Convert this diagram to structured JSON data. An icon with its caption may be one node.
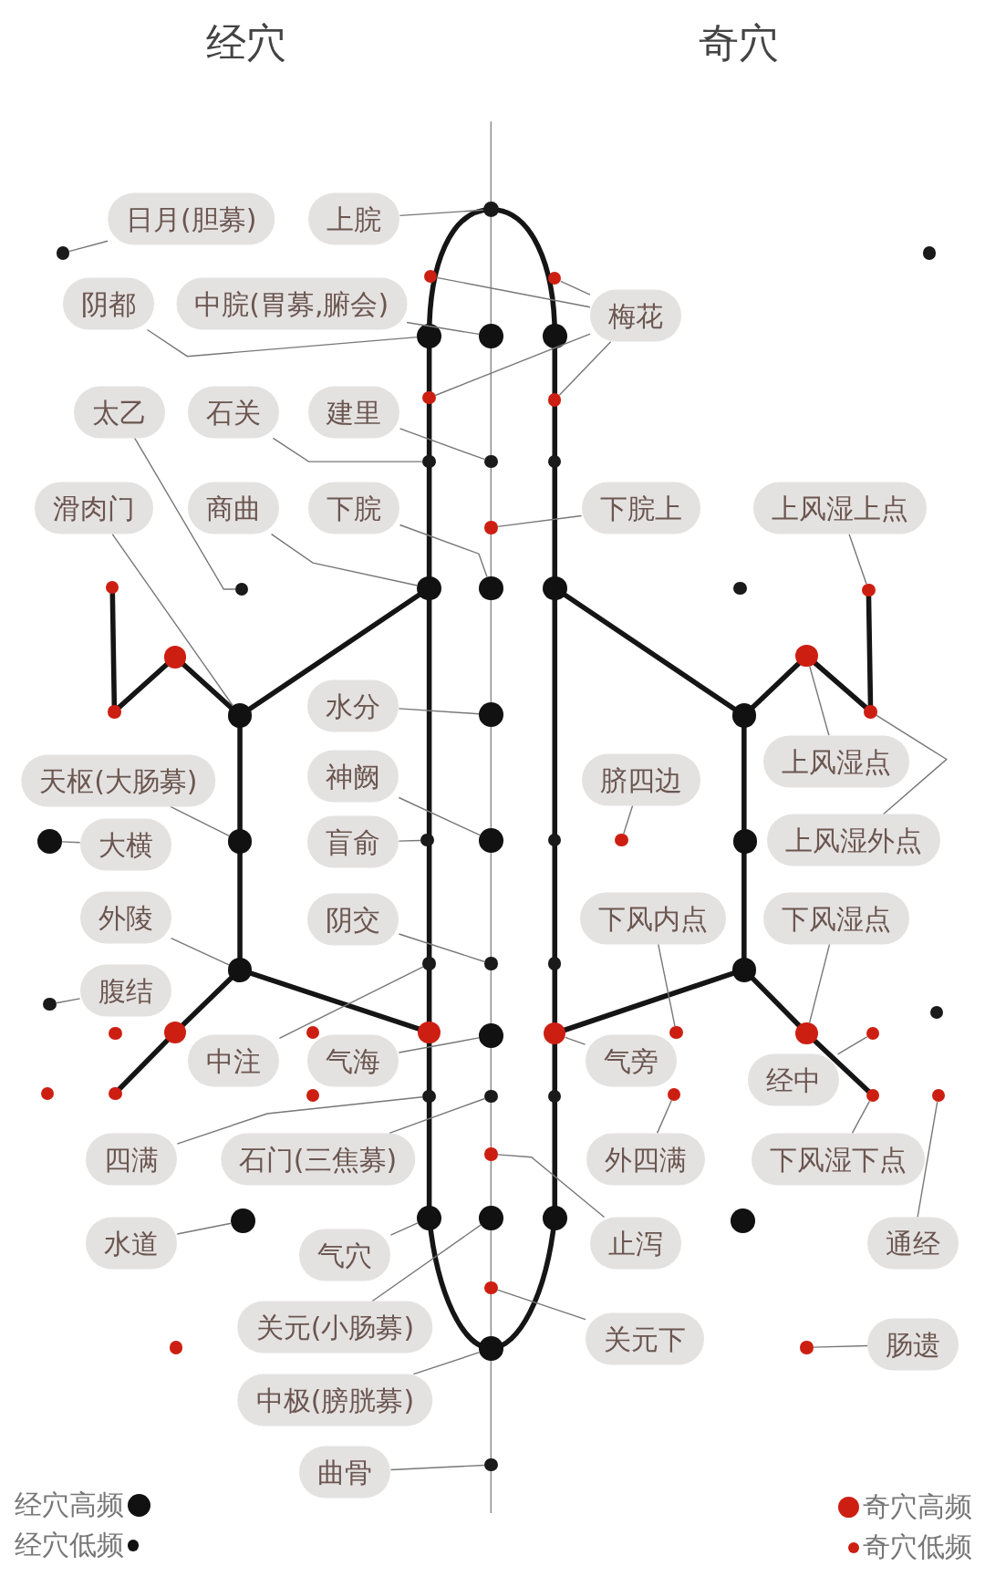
{
  "diagram": {
    "nodes": [
      {
        "text": [
          "日月(胆募)"
        ]
      },
      {
        "text": [
          "上脘"
        ]
      },
      {
        "text": [
          "阴都"
        ]
      },
      {
        "text": [
          "中脘(胃募,腑会)"
        ]
      },
      {
        "text": [
          "梅花"
        ]
      },
      {
        "text": [
          "太乙"
        ]
      },
      {
        "text": [
          "石关"
        ]
      },
      {
        "text": [
          "建里"
        ]
      },
      {
        "text": [
          "滑肉门"
        ]
      },
      {
        "text": [
          "商曲"
        ]
      },
      {
        "text": [
          "下脘"
        ]
      },
      {
        "text": [
          "下脘上"
        ]
      },
      {
        "text": [
          "上风湿上点"
        ]
      },
      {
        "text": [
          "水分"
        ]
      },
      {
        "text": [
          "上风湿点"
        ]
      },
      {
        "text": [
          "神阙"
        ]
      },
      {
        "text": [
          "脐四边"
        ]
      },
      {
        "text": [
          "天枢(大肠募)"
        ]
      },
      {
        "text": [
          "大横"
        ]
      },
      {
        "text": [
          "盲俞"
        ]
      },
      {
        "text": [
          "上风湿外点"
        ]
      },
      {
        "text": [
          "外陵"
        ]
      },
      {
        "text": [
          "阴交"
        ]
      },
      {
        "text": [
          "下风内点"
        ]
      },
      {
        "text": [
          "下风湿点"
        ]
      },
      {
        "text": [
          "腹结"
        ]
      },
      {
        "text": [
          "中注"
        ]
      },
      {
        "text": [
          "气海"
        ]
      },
      {
        "text": [
          "气旁"
        ]
      },
      {
        "text": [
          "经中"
        ]
      },
      {
        "text": [
          "四满"
        ]
      },
      {
        "text": [
          "石门(三焦募)"
        ]
      },
      {
        "text": [
          "外四满"
        ]
      },
      {
        "text": [
          "下风湿下点"
        ]
      },
      {
        "text": [
          "水道"
        ]
      },
      {
        "text": [
          "止泻"
        ]
      },
      {
        "text": [
          "通经"
        ]
      },
      {
        "text": [
          "气穴"
        ]
      },
      {
        "text": [
          "关元(小肠募)"
        ]
      },
      {
        "text": [
          "关元下"
        ]
      },
      {
        "text": [
          "肠遗"
        ]
      },
      {
        "text": [
          "中极(膀胱募)"
        ]
      },
      {
        "text": [
          "曲骨"
        ]
      },
      {
        "text": [],
        "shape": "circle"
      },
      {
        "text": [],
        "shape": "circle"
      },
      {
        "text": [],
        "shape": "circle"
      },
      {
        "text": [],
        "shape": "circle"
      },
      {
        "text": [],
        "shape": "circle"
      },
      {
        "text": [],
        "shape": "circle"
      },
      {
        "text": [],
        "shape": "circle"
      },
      {
        "text": [],
        "shape": "circle"
      },
      {
        "text": [],
        "shape": "circle"
      },
      {
        "text": [],
        "shape": "circle"
      },
      {
        "text": [],
        "shape": "circle"
      },
      {
        "text": [],
        "shape": "circle"
      },
      {
        "text": [],
        "shape": "circle"
      },
      {
        "text": [],
        "shape": "circle"
      },
      {
        "text": [],
        "shape": "circle"
      },
      {
        "text": [],
        "shape": "circle"
      },
      {
        "text": [],
        "shape": "circle"
      },
      {
        "text": [],
        "shape": "circle"
      },
      {
        "text": [],
        "shape": "circle"
      },
      {
        "text": [],
        "shape": "circle"
      },
      {
        "text": [],
        "shape": "circle"
      },
      {
        "text": [],
        "shape": "circle"
      },
      {
        "text": [],
        "shape": "circle"
      },
      {
        "text": [],
        "shape": "circle"
      },
      {
        "text": [],
        "shape": "circle"
      },
      {
        "text": [],
        "shape": "circle"
      },
      {
        "text": [],
        "shape": "circle"
      },
      {
        "text": [],
        "shape": "circle"
      },
      {
        "text": [],
        "shape": "circle"
      },
      {
        "text": [],
        "shape": "circle"
      },
      {
        "text": [],
        "shape": "circle"
      },
      {
        "text": [],
        "shape": "circle"
      },
      {
        "text": [],
        "shape": "circle"
      },
      {
        "text": [],
        "shape": "circle"
      },
      {
        "text": [],
        "shape": "circle"
      },
      {
        "text": [],
        "shape": "circle"
      },
      {
        "text": [],
        "shape": "circle"
      },
      {
        "text": [],
        "shape": "circle"
      },
      {
        "text": [],
        "shape": "circle"
      },
      {
        "text": [],
        "shape": "circle"
      },
      {
        "text": [],
        "shape": "circle"
      },
      {
        "text": [],
        "shape": "circle"
      },
      {
        "text": [],
        "shape": "circle"
      },
      {
        "text": [],
        "shape": "circle"
      },
      {
        "text": [],
        "shape": "circle"
      },
      {
        "text": [],
        "shape": "circle"
      },
      {
        "text": [],
        "shape": "circle"
      },
      {
        "text": [],
        "shape": "circle"
      },
      {
        "text": [],
        "shape": "circle"
      },
      {
        "text": [],
        "shape": "circle"
      },
      {
        "text": [],
        "shape": "circle"
      },
      {
        "text": [],
        "shape": "circle"
      },
      {
        "text": [],
        "shape": "circle"
      },
      {
        "text": [],
        "shape": "circle"
      },
      {
        "text": [],
        "shape": "circle"
      },
      {
        "text": [],
        "shape": "circle"
      },
      {
        "text": [],
        "shape": "circle"
      },
      {
        "text": [],
        "shape": "circle"
      },
      {
        "text": [],
        "shape": "circle"
      },
      {
        "text": [],
        "shape": "circle"
      },
      {
        "text": [],
        "shape": "circle"
      },
      {
        "text": [],
        "shape": "circle"
      },
      {
        "text": [],
        "shape": "circle"
      },
      {
        "text": [],
        "shape": "circle"
      },
      {
        "text": [],
        "shape": "circle"
      },
      {
        "text": [],
        "shape": "circle"
      },
      {
        "text": [],
        "shape": "circle"
      },
      {
        "text": [],
        "shape": "circle"
      },
      {
        "text": [],
        "shape": "circle"
      },
      {
        "text": [],
        "shape": "circle"
      },
      {
        "text": [],
        "shape": "circle"
      }
    ],
    "edges": [
      {
        "from": 0,
        "to": 44,
        "arrow": "none"
      },
      {
        "from": 1,
        "to": 43,
        "arrow": "none"
      },
      {
        "from": 2,
        "to": 48,
        "arrow": "none"
      },
      {
        "from": 3,
        "to": 49,
        "arrow": "none"
      },
      {
        "from": 4,
        "to": 46,
        "arrow": "none"
      },
      {
        "from": 4,
        "to": 51,
        "arrow": "none"
      },
      {
        "from": 4,
        "to": 47,
        "arrow": "none"
      },
      {
        "from": 4,
        "to": 52,
        "arrow": "none"
      },
      {
        "from": 5,
        "to": 58,
        "arrow": "none"
      },
      {
        "from": 6,
        "to": 53,
        "arrow": "none"
      },
      {
        "from": 7,
        "to": 54,
        "arrow": "none"
      },
      {
        "from": 8,
        "to": 67,
        "arrow": "none"
      },
      {
        "from": 9,
        "to": 59,
        "arrow": "none"
      },
      {
        "from": 10,
        "to": 60,
        "arrow": "none"
      },
      {
        "from": 11,
        "to": 56,
        "arrow": "none"
      },
      {
        "from": 12,
        "to": 63,
        "arrow": "none"
      },
      {
        "from": 13,
        "to": 68,
        "arrow": "none"
      },
      {
        "from": 14,
        "to": 65,
        "arrow": "none"
      },
      {
        "from": 15,
        "to": 74,
        "arrow": "none"
      },
      {
        "from": 16,
        "to": 76,
        "arrow": "none"
      },
      {
        "from": 17,
        "to": 72,
        "arrow": "none"
      },
      {
        "from": 18,
        "to": 71,
        "arrow": "none"
      },
      {
        "from": 19,
        "to": 73,
        "arrow": "none"
      },
      {
        "from": 20,
        "to": 70,
        "arrow": "none"
      },
      {
        "from": 21,
        "to": 78,
        "arrow": "none"
      },
      {
        "from": 22,
        "to": 80,
        "arrow": "none"
      },
      {
        "from": 23,
        "to": 91,
        "arrow": "none"
      },
      {
        "from": 24,
        "to": 92,
        "arrow": "none"
      },
      {
        "from": 25,
        "to": 83,
        "arrow": "none"
      },
      {
        "from": 26,
        "to": 79,
        "arrow": "none"
      },
      {
        "from": 27,
        "to": 89,
        "arrow": "none"
      },
      {
        "from": 28,
        "to": 90,
        "arrow": "none"
      },
      {
        "from": 29,
        "to": 93,
        "arrow": "none"
      },
      {
        "from": 30,
        "to": 97,
        "arrow": "none"
      },
      {
        "from": 31,
        "to": 98,
        "arrow": "none"
      },
      {
        "from": 32,
        "to": 100,
        "arrow": "none"
      },
      {
        "from": 33,
        "to": 101,
        "arrow": "none"
      },
      {
        "from": 34,
        "to": 104,
        "arrow": "none"
      },
      {
        "from": 35,
        "to": 103,
        "arrow": "none"
      },
      {
        "from": 36,
        "to": 102,
        "arrow": "none"
      },
      {
        "from": 37,
        "to": 105,
        "arrow": "none"
      },
      {
        "from": 38,
        "to": 106,
        "arrow": "none"
      },
      {
        "from": 39,
        "to": 109,
        "arrow": "none"
      },
      {
        "from": 40,
        "to": 112,
        "arrow": "none"
      },
      {
        "from": 41,
        "to": 111,
        "arrow": "none"
      },
      {
        "from": 42,
        "to": 113,
        "arrow": "none"
      }
    ],
    "labels": [
      "经穴",
      "奇穴"
    ],
    "legend": [
      {
        "text": "经穴高频",
        "color": "#111111"
      },
      {
        "text": "经穴低频",
        "color": "#111111"
      },
      {
        "text": "奇穴高频",
        "color": "#cc1f12"
      },
      {
        "text": "奇穴低频",
        "color": "#cc1f12"
      }
    ]
  }
}
